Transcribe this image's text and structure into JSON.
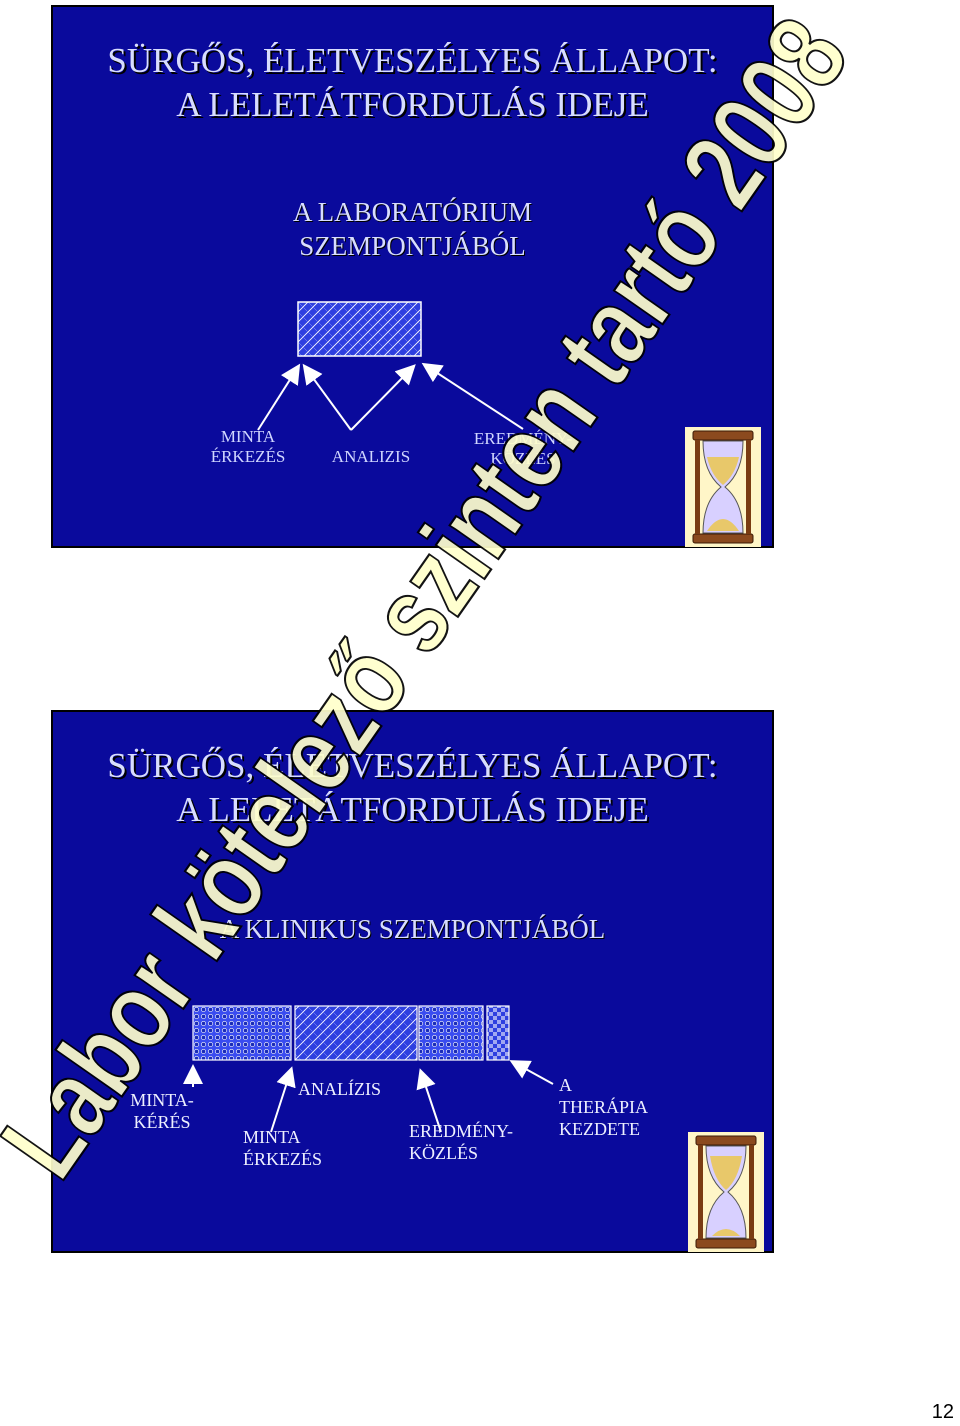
{
  "slide1": {
    "title_line1": "SÜRGŐS, ÉLETVESZÉLYES ÁLLAPOT:",
    "title_line2": "A LELETÁTFORDULÁS IDEJE",
    "subtitle_line1": "A LABORATÓRIUM",
    "subtitle_line2": "SZEMPONTJÁBÓL",
    "labels": {
      "minta_line1": "MINTA",
      "minta_line2": "ÉRKEZÉS",
      "analizis": "ANALIZIS",
      "eredmeny_line1": "EREDMÉNY-",
      "eredmeny_line2": "KÖZLÉS"
    }
  },
  "slide2": {
    "title_line1": "SÜRGŐS, ÉLETVESZÉLYES ÁLLAPOT:",
    "title_line2": "A LELETÁTFORDULÁS IDEJE",
    "subtitle": "A KLINIKUS SZEMPONTJÁBÓL",
    "labels": {
      "mintakeres_line1": "MINTA-",
      "mintakeres_line2": "KÉRÉS",
      "minta_line1": "MINTA",
      "minta_line2": "ÉRKEZÉS",
      "analizis": "ANALÍZIS",
      "eredmeny_line1": "EREDMÉNY-",
      "eredmeny_line2": "KÖZLÉS",
      "terapia_line1": "A",
      "terapia_line2": "THERÁPIA",
      "terapia_line3": "KEZDETE"
    }
  },
  "watermark": "Labor kötelező szinten tartó 2008",
  "page_number": "12",
  "colors": {
    "slide_background": "#0a0a9c",
    "watermark_fill": "#ffffcc",
    "watermark_outline": "#000000"
  }
}
